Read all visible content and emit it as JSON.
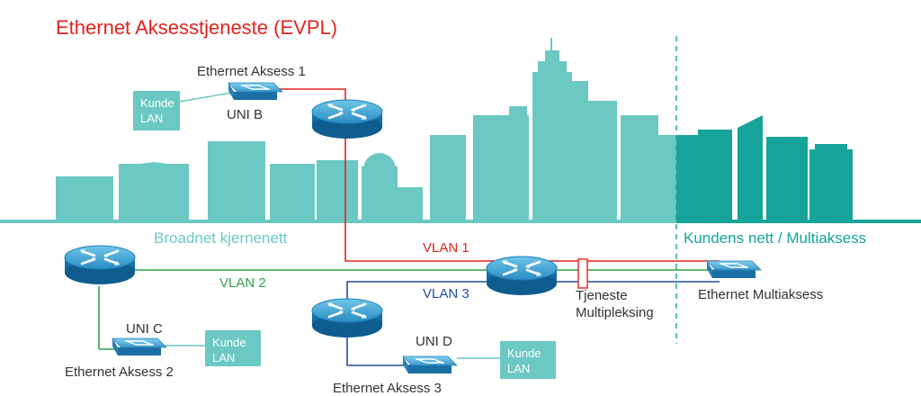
{
  "title": "Ethernet  Aksesstjeneste (EVPL)",
  "zones": {
    "core": "Broadnet kjernenett",
    "customer": "Kundens nett / Multiaksess"
  },
  "vlans": {
    "vlan1": "VLAN 1",
    "vlan2": "VLAN 2",
    "vlan3": "VLAN 3"
  },
  "vlan_colors": {
    "vlan1": "#e3231f",
    "vlan2": "#2ea24a",
    "vlan3": "#1f4f9e"
  },
  "colors": {
    "city_core": "#6cc8c3",
    "city_customer": "#16a39a",
    "title": "#e3231f"
  },
  "access_points": {
    "a1": {
      "name": "Ethernet Aksess 1",
      "uni": "UNI B",
      "kunde_line1": "Kunde",
      "kunde_line2": "LAN"
    },
    "a2": {
      "name": "Ethernet Aksess 2",
      "uni": "UNI C",
      "kunde_line1": "Kunde",
      "kunde_line2": "LAN"
    },
    "a3": {
      "name": "Ethernet Aksess 3",
      "uni": "UNI D",
      "kunde_line1": "Kunde",
      "kunde_line2": "LAN"
    }
  },
  "multiaccess": "Ethernet Multiaksess",
  "multiplexing_line1": "Tjeneste",
  "multiplexing_line2": "Multipleksing",
  "icons": {
    "router": "router-icon",
    "switch": "switch-icon"
  }
}
